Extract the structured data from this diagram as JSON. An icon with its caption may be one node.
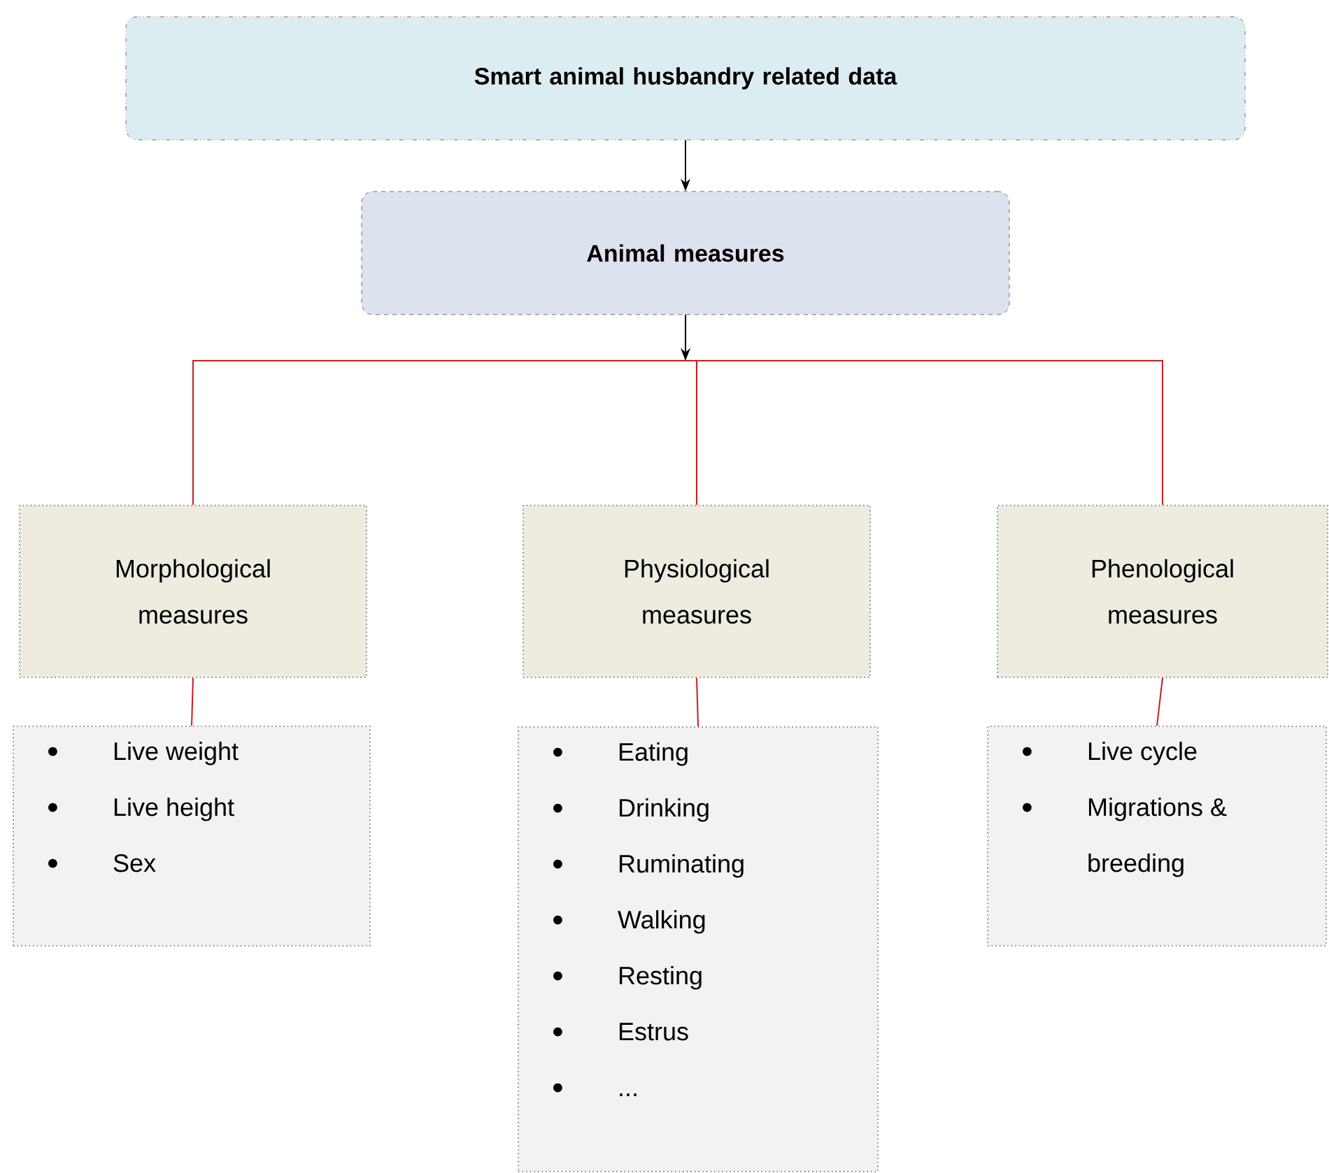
{
  "diagram": {
    "nodes": [
      {
        "text": [
          "Smart animal husbandry related data"
        ]
      },
      {
        "text": [
          "Animal measures"
        ]
      },
      {
        "text": [
          "Morphological measures"
        ]
      },
      {
        "text": [
          "Physiological measures"
        ]
      },
      {
        "text": [
          "Phenological measures"
        ]
      },
      {
        "text": [
          "Live weight",
          "Live height",
          "Sex"
        ]
      },
      {
        "text": [
          "Eating",
          "Drinking",
          "Ruminating",
          "Walking",
          "Resting",
          "Estrus",
          "..."
        ]
      },
      {
        "text": [
          "Live cycle",
          "Migrations & breeding"
        ]
      }
    ],
    "edges": [
      {
        "from": 0,
        "to": 1,
        "arrow": "to",
        "color": "#000000"
      },
      {
        "from": 1,
        "to": 2,
        "arrow": "none"
      },
      {
        "from": 1,
        "to": 3,
        "arrow": "none"
      },
      {
        "from": 1,
        "to": 4,
        "arrow": "none"
      },
      {
        "from": 2,
        "to": 5,
        "arrow": "none"
      },
      {
        "from": 3,
        "to": 6,
        "arrow": "none"
      },
      {
        "from": 4,
        "to": 7,
        "arrow": "none"
      }
    ]
  }
}
